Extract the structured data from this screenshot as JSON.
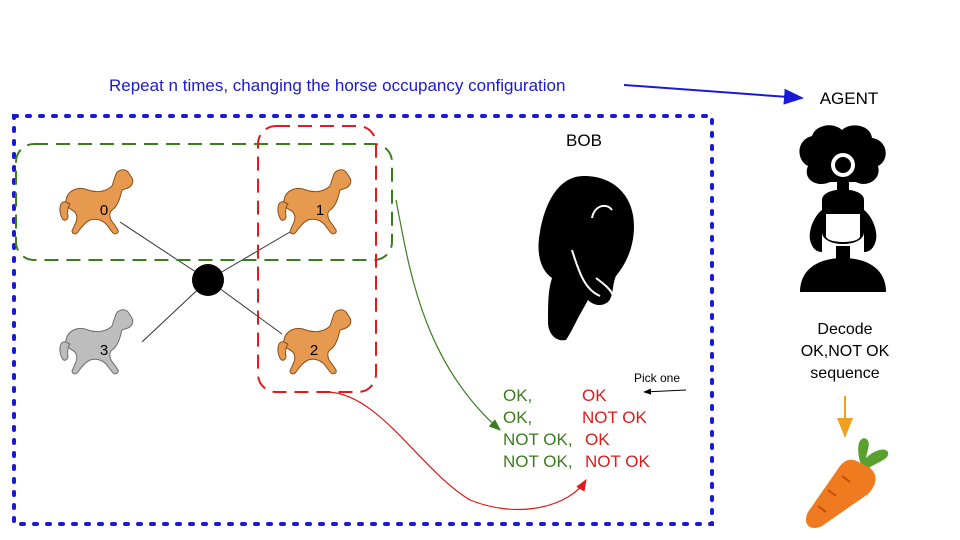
{
  "repeat_label": "Repeat n times, changing the horse occupancy configuration",
  "agent_label": "AGENT",
  "bob_label": "BOB",
  "decode_label": {
    "line1": "Decode",
    "line2": "OK,NOT OK",
    "line3": "sequence"
  },
  "pick_one_label": "Pick one",
  "horses": [
    {
      "id": "0",
      "color": "orange"
    },
    {
      "id": "1",
      "color": "orange"
    },
    {
      "id": "2",
      "color": "orange"
    },
    {
      "id": "3",
      "color": "gray"
    }
  ],
  "outcomes": [
    {
      "left": "OK,",
      "right": "OK"
    },
    {
      "left": "OK,",
      "right": "NOT OK"
    },
    {
      "left": "NOT OK,",
      "right": "OK"
    },
    {
      "left": "NOT OK,",
      "right": "NOT OK"
    }
  ],
  "colors": {
    "repeat_text": "#1a1ad6",
    "outer_border": "#1a1ad6",
    "group_green": "#3a7d1e",
    "group_red": "#e01b1b",
    "ok_green": "#3a7d1e",
    "notok_red": "#e01b1b",
    "carrot_arrow": "#f0a020",
    "horse_orange": "#e59a4f",
    "horse_gray": "#bdbdbd"
  }
}
